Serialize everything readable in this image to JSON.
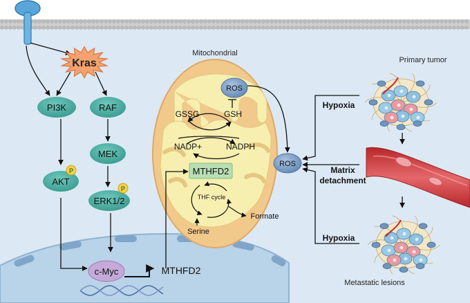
{
  "signaling": {
    "kras": "Kras",
    "pi3k": "PI3K",
    "raf": "RAF",
    "akt": "AKT",
    "mek": "MEK",
    "erk": "ERK1/2",
    "phospho": "P"
  },
  "nucleus": {
    "cmyc": "c-Myc",
    "target_gene": "MTHFD2"
  },
  "mito": {
    "title": "Mitochondrial",
    "ros": "ROS",
    "gssg": "GSSG",
    "gsh": "GSH",
    "nadp_plus": "NADP+",
    "nadph": "NADPH",
    "mthfd2": "MTHFD2",
    "thf_cycle": "THF cycle",
    "serine": "Serine",
    "formate": "Formate"
  },
  "metastasis": {
    "ros": "ROS",
    "primary_tumor": "Primary tumor",
    "hypoxia_top": "Hypoxia",
    "matrix_detachment_line1": "Matrix",
    "matrix_detachment_line2": "detachment",
    "hypoxia_bottom": "Hypoxia",
    "metastatic_lesions": "Metastatic lesions"
  },
  "colors": {
    "cytoplasm": "#dce9f4",
    "nucleus": "#b9d3e8",
    "teal_node": "#4fb1a6",
    "kras": "#f4a26e",
    "mitochondrion": "#f0c98b",
    "mito_matrix": "#f7efb0",
    "mthfd2_box": "#b8dfb4",
    "ros_node": "#7d9fc6",
    "phospho": "#f2d43e",
    "vessel": "#d9484a"
  }
}
